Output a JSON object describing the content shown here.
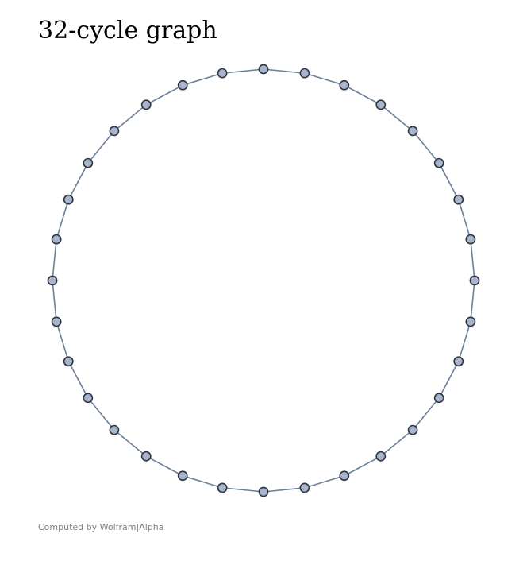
{
  "header": {
    "title": "32-cycle graph"
  },
  "footer": {
    "credit": "Computed by Wolfram|Alpha"
  },
  "graph": {
    "type": "cycle",
    "vertex_count": 32,
    "edge_count": 32,
    "colors": {
      "edge": "#6b7f99",
      "vertex_fill": "#a7b4cc",
      "vertex_stroke": "#2e3440"
    }
  }
}
